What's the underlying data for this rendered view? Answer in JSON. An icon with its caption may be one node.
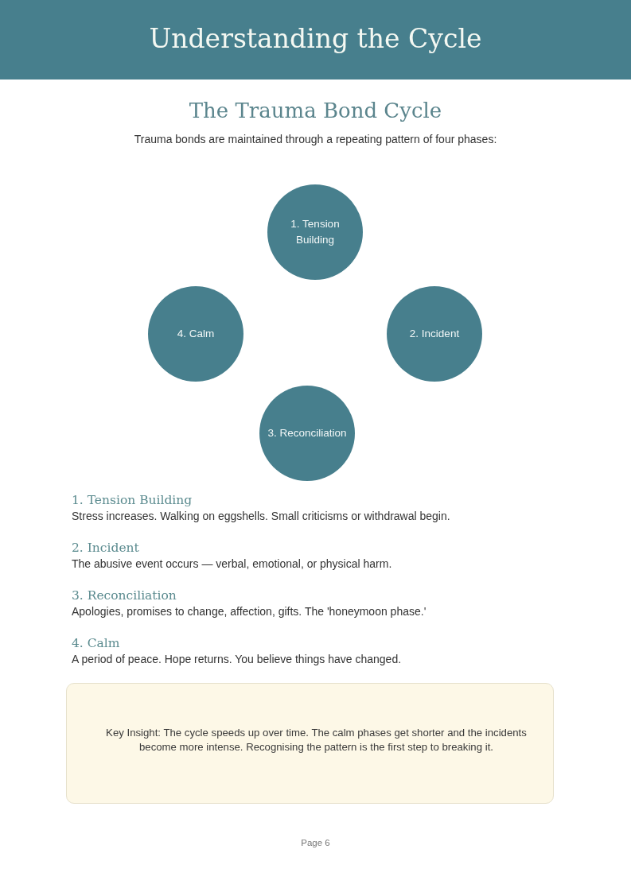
{
  "diagram": {
    "title": "The Trauma Bond Cycle",
    "nodes": [
      {
        "text": [
          "Understanding the Cycle"
        ]
      },
      {
        "text": [
          "1. Tension Building"
        ]
      },
      {
        "text": [
          "4. Calm"
        ]
      },
      {
        "text": [
          "2. Incident"
        ]
      },
      {
        "text": [
          "3. Reconciliation"
        ]
      },
      {
        "text": [
          "Key Insight: The cycle speeds up over time. The calm phases get shorter and the incidents become more intense. Recognising the pattern is the first step to breaking it."
        ]
      }
    ],
    "edges": [],
    "labels": [
      "Trauma bonds are maintained through a repeating pattern of four phases:",
      "1. Tension Building",
      "Stress increases. Walking on eggshells. Small criticisms or withdrawal begin.",
      "2. Incident",
      "The abusive event occurs — verbal, emotional, or physical harm.",
      "3. Reconciliation",
      "Apologies, promises to change, affection, gifts. The 'honeymoon phase.'",
      "4. Calm",
      "A period of peace. Hope returns. You believe things have changed.",
      "Page 6"
    ]
  }
}
